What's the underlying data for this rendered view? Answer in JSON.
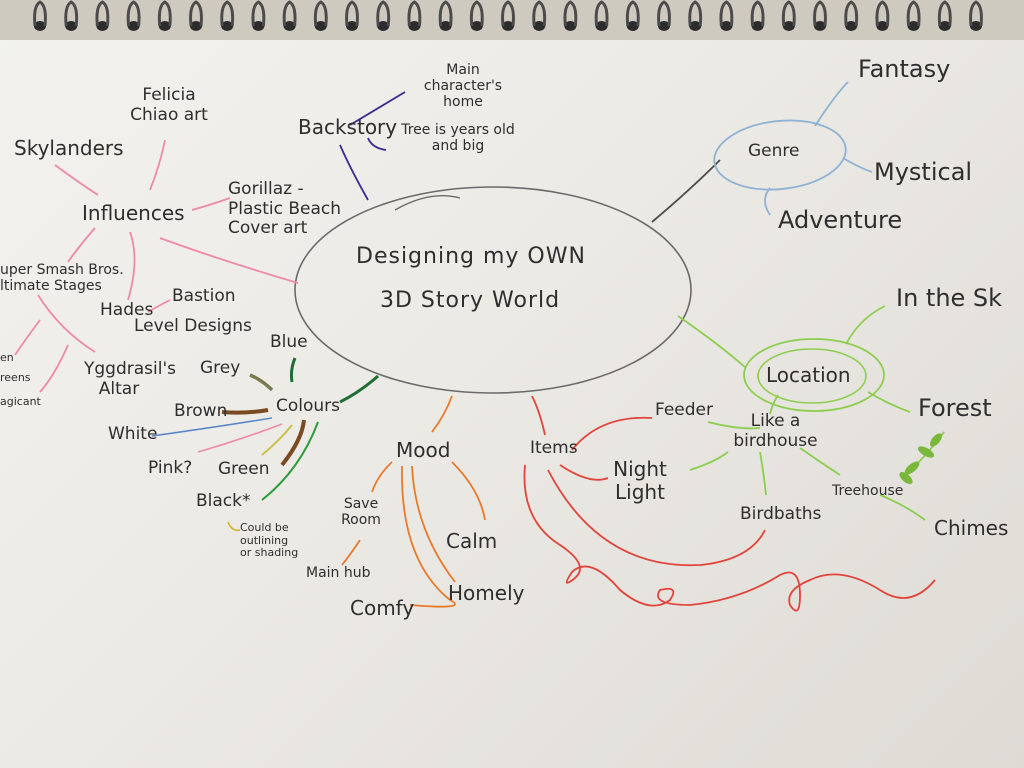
{
  "center": {
    "line1": "Designing my OWN",
    "line2": "3D Story World"
  },
  "branches": {
    "backstory": {
      "label": "Backstory",
      "details": [
        "Main character's home",
        "Tree is years old and big"
      ]
    },
    "genre": {
      "label": "Genre",
      "items": [
        "Fantasy",
        "Mystical",
        "Adventure"
      ]
    },
    "location": {
      "label": "Location",
      "items": [
        "In the Sk",
        "Forest"
      ]
    },
    "items": {
      "label": "Items",
      "items": [
        "Feeder",
        "Night Light",
        "Like a birdhouse",
        "Birdbaths",
        "Treehouse",
        "Chimes"
      ]
    },
    "mood": {
      "label": "Mood",
      "items": [
        "Save Room",
        "Main hub",
        "Calm",
        "Homely",
        "Comfy"
      ]
    },
    "colours": {
      "label": "Colours",
      "items": [
        "Blue",
        "Grey",
        "Brown",
        "White",
        "Pink?",
        "Green",
        "Black*"
      ],
      "note": "Could be outlining or shading"
    },
    "influences": {
      "label": "Influences",
      "items": [
        "Skylanders",
        "Felicia Chiao art",
        "Gorillaz -Plastic Beach Cover art",
        "uper Smash Bros. ltimate Stages",
        "Hades",
        "Bastion",
        "Level Designs",
        "Yggdrasil's Altar",
        "en",
        "reens",
        "agicant"
      ]
    }
  },
  "colors": {
    "paper": "#efeeea",
    "pencil": "#5d5d5d",
    "backstory": "#3b2a8f",
    "genre": "#8fb2d4",
    "location": "#8ccd4e",
    "items": "#e0443a",
    "mood": "#e87a2a",
    "influences": "#ee8aa6",
    "colours_brown": "#7a4a22",
    "colours_green": "#1f6e35"
  }
}
